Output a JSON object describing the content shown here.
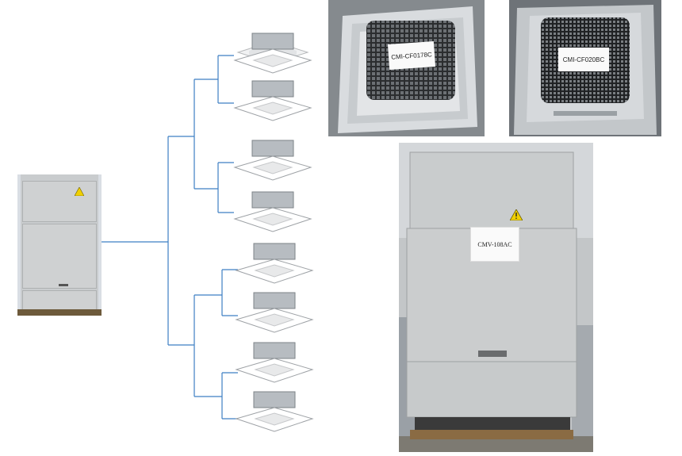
{
  "labels": {
    "cassette_a_model": "CMI-CF0178C",
    "cassette_b_model": "CMI-CF020BC",
    "outdoor_model": "CMV-108AC"
  },
  "colors": {
    "pipe_line": "#3e7fc3",
    "unit_gray": "#c8cbcd",
    "grille_dark": "#2d2f31",
    "warning_yellow": "#f0d000"
  },
  "icons": {
    "warning": "warning-triangle-icon"
  }
}
